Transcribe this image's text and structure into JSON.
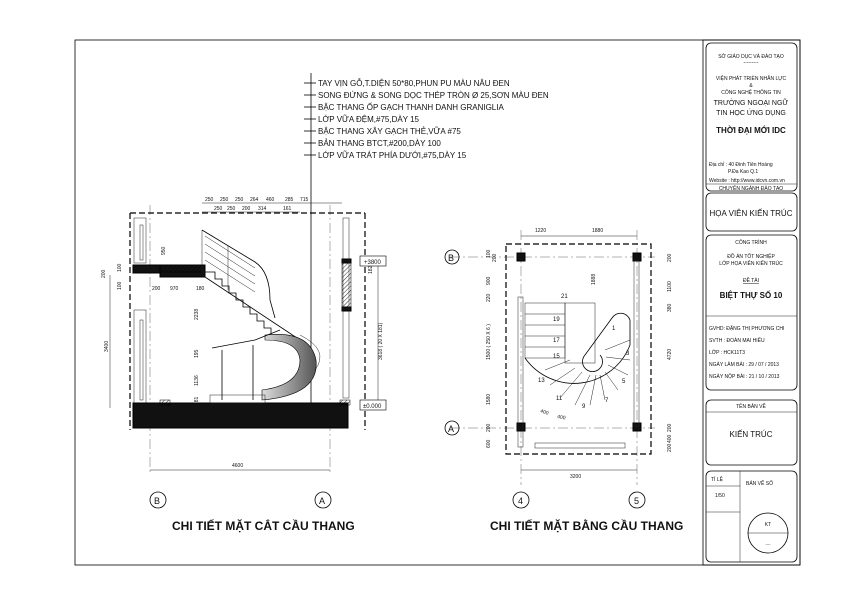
{
  "notes": [
    "TAY VỊN GỖ,T.DIỆN 50*80,PHUN PU MÀU NÂU ĐEN",
    "SONG ĐỨNG & SONG DỌC THÉP TRÒN Ø 25,SƠN MÀU ĐEN",
    "BẬC THANG ỐP GẠCH THANH DANH GRANIGLIA",
    "LỚP VỮA ĐỆM,#75,DÀY 15",
    "BẬC THANG XÂY GẠCH THẺ,VỮA #75",
    "BẢN THANG BTCT,#200,DÀY 100",
    "LỚP VỮA TRÁT PHÍA DƯỚI,#75,DÀY 15"
  ],
  "section": {
    "title": "CHI TIẾT MẶT CẮT CẦU THANG",
    "top_dims_row1": [
      "250",
      "250",
      "250",
      "264",
      "460",
      "285",
      "715"
    ],
    "top_dims_row2": [
      "250",
      "250",
      "200",
      "314",
      "161"
    ],
    "dims": {
      "d950": "950",
      "d200": "200",
      "d100a": "100",
      "d100b": "100",
      "d200b": "200",
      "d970": "970",
      "d180": "180",
      "d2238": "2238",
      "d3400": "3400",
      "d195": "195",
      "d1136": "1136",
      "d181": "181",
      "d182": "182",
      "d3618": "3618 ( 20 X 181)",
      "d4600": "4600"
    },
    "level_top": "+3800",
    "level_bottom": "±0.000",
    "axis_left": "B",
    "axis_right": "A"
  },
  "plan": {
    "title": "CHI TIẾT MẶT BẰNG CẦU THANG",
    "dims": {
      "d1220": "1220",
      "d1880": "1880",
      "d1888": "1888",
      "d3200": "3200",
      "l100": "100",
      "l200": "200",
      "l900": "900",
      "l220": "220",
      "l1500": "1500 ( 250 X 6 )",
      "l1580": "1580",
      "l200b": "200",
      "l600": "600",
      "r200": "200",
      "r1100": "1100",
      "r380": "380",
      "r4720": "4720",
      "r200b": "200",
      "r400": "400",
      "r200c": "200",
      "s400a": "400",
      "s400b": "400"
    },
    "step_numbers": [
      "1",
      "3",
      "5",
      "7",
      "9",
      "11",
      "13",
      "15",
      "17",
      "19",
      "21"
    ],
    "axis_top": "B",
    "axis_bottom": "A",
    "axis_left": "4",
    "axis_right": "5"
  },
  "title_block": {
    "dept": "SỞ GIÁO DỤC VÀ ĐÀO TẠO",
    "dots": "---------",
    "inst1": "VIỆN PHÁT TRIỂN NHÂN LỰC",
    "amp": "&",
    "inst2": "CÔNG NGHỆ THÔNG TIN",
    "school1": "TRƯỜNG NGOẠI NGỮ",
    "school2": "TIN HỌC ỨNG DỤNG",
    "brand": "THỜI ĐẠI MỚI IDC",
    "addr1": "Địa chỉ  : 40 Đinh Tiên Hoàng",
    "addr2": "P.Đa Kao    Q.1",
    "website": "Website : http://www.idcvn.com.vn",
    "major_label": "CHUYÊN NGÀNH ĐÀO TẠO",
    "major": "HỌA VIÊN KIẾN TRÚC",
    "project_label": "CÔNG TRÌNH",
    "project1": "ĐỒ ÁN TỐT NGHIỆP",
    "project2": "LỚP HỌA VIÊN KIẾN TRÚC",
    "topic_label": "ĐỀ TÀI",
    "topic": "BIỆT THỰ SỐ 10",
    "gvhd": "GVHD: ĐẶNG THỊ PHƯƠNG CHI",
    "svth": "SVTH :  ĐOÀN MAI HIẾU",
    "lop": "LỚP  :  HCK11T3",
    "ngay_lam": "NGÀY LÀM BÀI    : 29 / 07 / 2013",
    "ngay_nop": "NGÀY NỘP BÀI    : 21 / 10 / 2013",
    "drawing_label": "TÊN BẢN VẼ",
    "drawing_name": "KIẾN TRÚC",
    "scale_label": "TỈ LỆ",
    "scale": "1/50",
    "sheet_label": "BẢN VẼ SỐ",
    "sheet_code": "KT",
    "sheet_no": "...."
  }
}
